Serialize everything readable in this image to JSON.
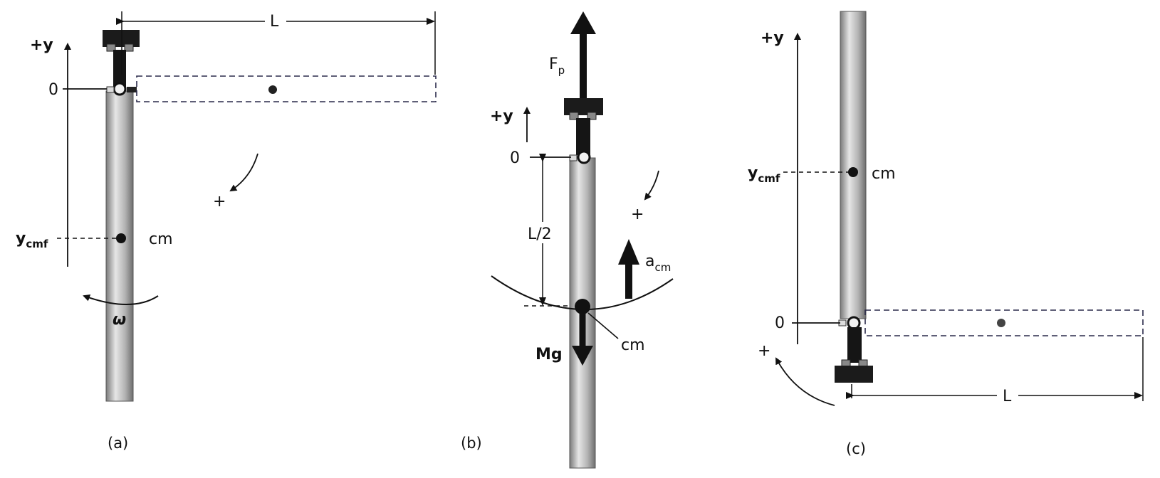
{
  "panel_a": {
    "length_label": "L",
    "y_axis_label": "+y",
    "zero_label": "0",
    "ycm_label": "y",
    "ycm_sub": "cmf",
    "cm_label": "cm",
    "rotation_sign": "+",
    "omega_label": "ω",
    "caption": "(a)"
  },
  "panel_b": {
    "force_label": "F",
    "force_sub": "p",
    "y_axis_label": "+y",
    "zero_label": "0",
    "half_length_label": "L/2",
    "rotation_sign": "+",
    "acc_label": "a",
    "acc_sub": "cm",
    "weight_label": "Mg",
    "cm_label": "cm",
    "caption": "(b)"
  },
  "panel_c": {
    "y_axis_label": "+y",
    "ycm_label": "y",
    "ycm_sub": "cmf",
    "cm_label": "cm",
    "zero_label": "0",
    "rotation_sign": "+",
    "length_label": "L",
    "caption": "(c)"
  },
  "colors": {
    "ink": "#111111",
    "rod_light": "#e6e6e6",
    "rod_mid": "#b3b3b3",
    "rod_dark": "#7a7a7a",
    "dashed": "#2a2a4a"
  }
}
